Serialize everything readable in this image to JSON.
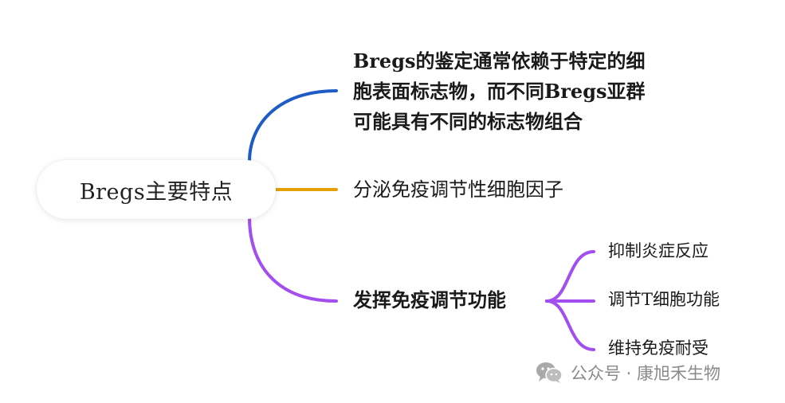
{
  "root": {
    "label": "Bregs主要特点"
  },
  "branches": [
    {
      "lines": [
        "Bregs的鉴定通常依赖于特定的细",
        "胞表面标志物，而不同Bregs亚群",
        "可能具有不同的标志物组合"
      ],
      "color": "#1f5bc4"
    },
    {
      "label": "分泌免疫调节性细胞因子",
      "color": "#e3a008"
    },
    {
      "label": "发挥免疫调节功能",
      "color": "#a24ef0",
      "children": [
        "抑制炎症反应",
        "调节T细胞功能",
        "维持免疫耐受"
      ]
    }
  ],
  "watermark": {
    "icon": "wechat-icon",
    "text": "公众号 · 康旭禾生物"
  }
}
